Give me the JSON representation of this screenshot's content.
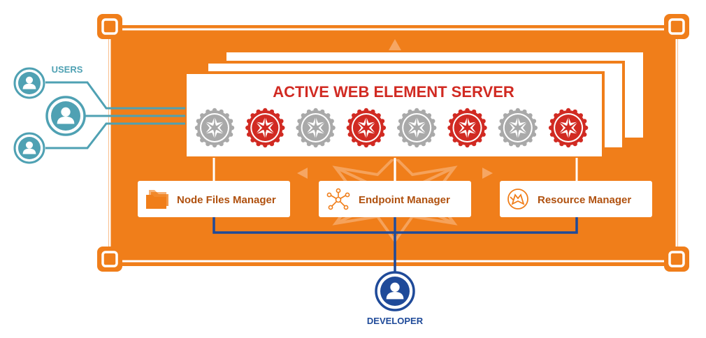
{
  "users_label": "USERS",
  "server_title": "ACTIVE WEB ELEMENT SERVER",
  "managers": {
    "node_files": "Node Files Manager",
    "endpoint": "Endpoint Manager",
    "resource": "Resource Manager"
  },
  "developer_label": "DEVELOPER",
  "colors": {
    "orange": "#F07E1A",
    "red": "#D12A22",
    "gray": "#A9A9A9",
    "teal": "#4FA1B3",
    "navy": "#1F4A99",
    "manager_text": "#B0510F"
  },
  "kernel_pattern": [
    "gray",
    "red",
    "gray",
    "red",
    "gray",
    "red",
    "gray",
    "red"
  ]
}
